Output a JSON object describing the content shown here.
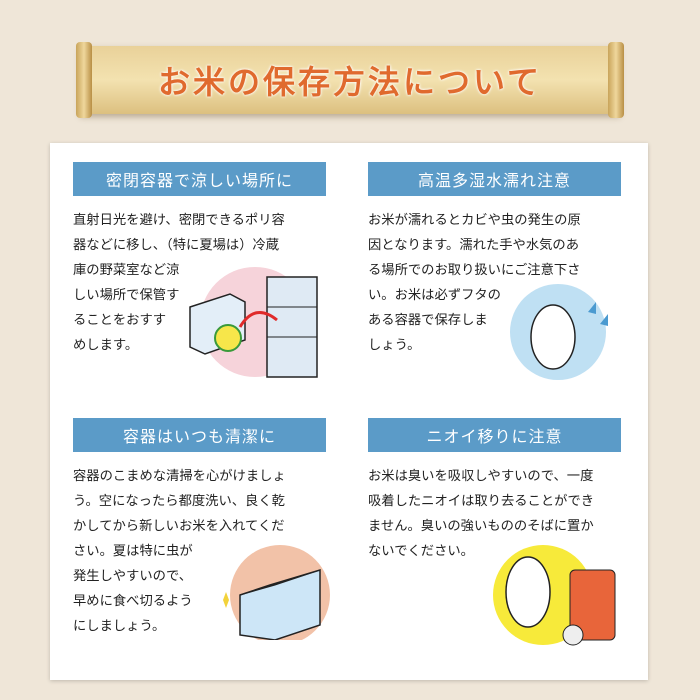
{
  "title": "お米の保存方法について",
  "sections": [
    {
      "heading": "密閉容器で涼しい場所に",
      "lines": [
        "直射日光を避け、密閉できるポリ容",
        "器などに移し、（特に夏場は）冷蔵",
        "庫の野菜室など涼",
        "しい場所で保管す",
        "ることをおすす",
        "めします。"
      ]
    },
    {
      "heading": "高温多湿水濡れ注意",
      "lines": [
        "お米が濡れるとカビや虫の発生の原",
        "因となります。濡れた手や水気のあ",
        "る場所でのお取り扱いにご注意下さ",
        "い。お米は必ずフタの",
        "ある容器で保存しま",
        "しょう。"
      ]
    },
    {
      "heading": "容器はいつも清潔に",
      "lines": [
        "容器のこまめな清掃を心がけましょ",
        "う。空になったら都度洗い、良く乾",
        "かしてから新しいお米を入れてくだ",
        "さい。夏は特に虫が",
        "発生しやすいので、",
        "早めに食べ切るよう",
        "にしましょう。"
      ]
    },
    {
      "heading": "ニオイ移りに注意",
      "lines": [
        "お米は臭いを吸収しやすいので、一度",
        "吸着したニオイは取り去ることができ",
        "ません。臭いの強いもののそばに置か",
        "ないでください。"
      ]
    }
  ],
  "colors": {
    "background": "#efe6d8",
    "header": "#5b9bc8",
    "title": "#e06a2e"
  }
}
